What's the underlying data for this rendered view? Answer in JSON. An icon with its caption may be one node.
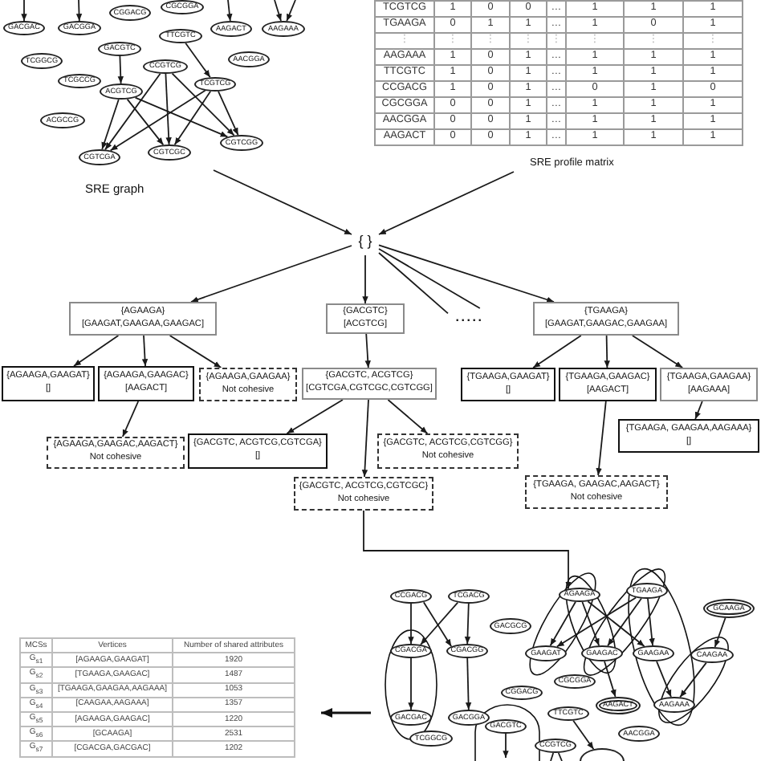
{
  "diagram": {
    "nodes": [
      {
        "text": [
          "CGCGGA"
        ]
      },
      {
        "text": [
          "CGGACG"
        ]
      },
      {
        "text": [
          "GACGAC"
        ]
      },
      {
        "text": [
          "GACGGA"
        ]
      },
      {
        "text": [
          "AAGACT"
        ]
      },
      {
        "text": [
          "AAGAAA"
        ]
      },
      {
        "text": [
          "TTCGTC"
        ]
      },
      {
        "text": [
          "GACGTC"
        ]
      },
      {
        "text": [
          "AACGGA"
        ]
      },
      {
        "text": [
          "TCGGCG"
        ]
      },
      {
        "text": [
          "CCGTCG"
        ]
      },
      {
        "text": [
          "TCGCCG"
        ]
      },
      {
        "text": [
          "TCGTCG"
        ]
      },
      {
        "text": [
          "ACGTCG"
        ]
      },
      {
        "text": [
          "ACGCCG"
        ]
      },
      {
        "text": [
          "CGTCGG"
        ]
      },
      {
        "text": [
          "CGTCGC"
        ]
      },
      {
        "text": [
          "CGTCGA"
        ]
      },
      {
        "text": [
          "{ }"
        ]
      },
      {
        "text": [
          "{AGAAGA}",
          "[GAAGAT,GAAGAA,GAAGAC]"
        ]
      },
      {
        "text": [
          "{GACGTC}",
          "[ACGTCG]"
        ]
      },
      {
        "text": [
          "....."
        ]
      },
      {
        "text": [
          "{TGAAGA}",
          "[GAAGAT,GAAGAC,GAAGAA]"
        ]
      },
      {
        "text": [
          "{AGAAGA,GAAGAT}",
          "[]"
        ]
      },
      {
        "text": [
          "{AGAAGA,GAAGAC}",
          "[AAGACT]"
        ]
      },
      {
        "text": [
          "{AGAAGA,GAAGAA}",
          "Not cohesive"
        ]
      },
      {
        "text": [
          "{GACGTC, ACGTCG}",
          "[CGTCGA,CGTCGC,CGTCGG]"
        ]
      },
      {
        "text": [
          "{TGAAGA,GAAGAT}",
          "[]"
        ]
      },
      {
        "text": [
          "{TGAAGA,GAAGAC}",
          "[AAGACT]"
        ]
      },
      {
        "text": [
          "{TGAAGA,GAAGAA}",
          "[AAGAAA]"
        ]
      },
      {
        "text": [
          "{TGAAGA, GAAGAA,AAGAAA}",
          "[]"
        ]
      },
      {
        "text": [
          "{AGAAGA,GAAGAC,AAGACT}",
          "Not cohesive"
        ]
      },
      {
        "text": [
          "{GACGTC, ACGTCG,CGTCGA}",
          "[]"
        ]
      },
      {
        "text": [
          "{GACGTC, ACGTCG,CGTCGG}",
          "Not cohesive"
        ]
      },
      {
        "text": [
          "{TGAAGA, GAAGAC,AAGACT}",
          "Not cohesive"
        ]
      },
      {
        "text": [
          "{GACGTC, ACGTCG,CGTCGC}",
          "Not cohesive"
        ]
      },
      {
        "text": [
          "CCGACG"
        ]
      },
      {
        "text": [
          "TCGACG"
        ]
      },
      {
        "text": [
          "AGAAGA"
        ]
      },
      {
        "text": [
          "TGAAGA"
        ]
      },
      {
        "text": [
          "GCAAGA"
        ]
      },
      {
        "text": [
          "GACGCG"
        ]
      },
      {
        "text": [
          "CGACGA"
        ]
      },
      {
        "text": [
          "CGACGG"
        ]
      },
      {
        "text": [
          "GAAGAT"
        ]
      },
      {
        "text": [
          "GAAGAC"
        ]
      },
      {
        "text": [
          "GAAGAA"
        ]
      },
      {
        "text": [
          "CAAGAA"
        ]
      },
      {
        "text": [
          "CGCGGA"
        ]
      },
      {
        "text": [
          "CGGACG"
        ]
      },
      {
        "text": [
          "AAGACT"
        ]
      },
      {
        "text": [
          "AAGAAA"
        ]
      },
      {
        "text": [
          "TTCGTC"
        ]
      },
      {
        "text": [
          "GACGAC"
        ]
      },
      {
        "text": [
          "GACGGA"
        ]
      },
      {
        "text": [
          "GACGTC"
        ]
      },
      {
        "text": [
          "AACGGA"
        ]
      },
      {
        "text": [
          "TCGGCG"
        ]
      },
      {
        "text": [
          "CCGTCG"
        ]
      },
      {
        "text": [],
        "shape": "ellipse"
      }
    ],
    "edges": [
      {
        "from": null,
        "to": 2,
        "arrow": "to"
      },
      {
        "from": null,
        "to": 3,
        "arrow": "to"
      },
      {
        "from": null,
        "to": 4,
        "arrow": "to"
      },
      {
        "from": null,
        "to": 5,
        "arrow": "to"
      },
      {
        "from": null,
        "to": 5,
        "arrow": "to"
      },
      {
        "from": 7,
        "to": 13,
        "arrow": "to"
      },
      {
        "from": 6,
        "to": 12,
        "arrow": "to"
      },
      {
        "from": 10,
        "to": 17,
        "arrow": "to"
      },
      {
        "from": 10,
        "to": 16,
        "arrow": "to"
      },
      {
        "from": 10,
        "to": 15,
        "arrow": "to"
      },
      {
        "from": 12,
        "to": 17,
        "arrow": "to"
      },
      {
        "from": 12,
        "to": 16,
        "arrow": "to"
      },
      {
        "from": 12,
        "to": 15,
        "arrow": "to"
      },
      {
        "from": 13,
        "to": 17,
        "arrow": "to"
      },
      {
        "from": 13,
        "to": 16,
        "arrow": "to"
      },
      {
        "from": 13,
        "to": 15,
        "arrow": "to"
      },
      {
        "from": null,
        "to": 18,
        "arrow": "to"
      },
      {
        "from": null,
        "to": 18,
        "arrow": "to"
      },
      {
        "from": 18,
        "to": 19,
        "arrow": "to"
      },
      {
        "from": 18,
        "to": 20,
        "arrow": "to"
      },
      {
        "from": 18,
        "to": 21,
        "arrow": "none"
      },
      {
        "from": 18,
        "to": 21,
        "arrow": "none"
      },
      {
        "from": 18,
        "to": 22,
        "arrow": "to"
      },
      {
        "from": 19,
        "to": 23,
        "arrow": "to"
      },
      {
        "from": 19,
        "to": 24,
        "arrow": "to"
      },
      {
        "from": 19,
        "to": 25,
        "arrow": "to"
      },
      {
        "from": 20,
        "to": 26,
        "arrow": "to"
      },
      {
        "from": 22,
        "to": 27,
        "arrow": "to"
      },
      {
        "from": 22,
        "to": 28,
        "arrow": "to"
      },
      {
        "from": 22,
        "to": 29,
        "arrow": "to"
      },
      {
        "from": 24,
        "to": 31,
        "arrow": "to"
      },
      {
        "from": 26,
        "to": 32,
        "arrow": "to"
      },
      {
        "from": 26,
        "to": 35,
        "arrow": "to"
      },
      {
        "from": 26,
        "to": 33,
        "arrow": "to"
      },
      {
        "from": 28,
        "to": 34,
        "arrow": "to"
      },
      {
        "from": 29,
        "to": 30,
        "arrow": "to"
      },
      {
        "from": 35,
        "to": 38,
        "arrow": "to"
      },
      {
        "from": 36,
        "to": 42,
        "arrow": "to"
      },
      {
        "from": 36,
        "to": 43,
        "arrow": "to"
      },
      {
        "from": 37,
        "to": 42,
        "arrow": "to"
      },
      {
        "from": 37,
        "to": 43,
        "arrow": "to"
      },
      {
        "from": 42,
        "to": 53,
        "arrow": "to"
      },
      {
        "from": 43,
        "to": 54,
        "arrow": "to"
      },
      {
        "from": 38,
        "to": 44,
        "arrow": "to"
      },
      {
        "from": 38,
        "to": 45,
        "arrow": "to"
      },
      {
        "from": 38,
        "to": 46,
        "arrow": "to"
      },
      {
        "from": 39,
        "to": 44,
        "arrow": "to"
      },
      {
        "from": 39,
        "to": 45,
        "arrow": "to"
      },
      {
        "from": 39,
        "to": 46,
        "arrow": "to"
      },
      {
        "from": 40,
        "to": 47,
        "arrow": "to"
      },
      {
        "from": 45,
        "to": 50,
        "arrow": "to"
      },
      {
        "from": 46,
        "to": 51,
        "arrow": "to"
      },
      {
        "from": 47,
        "to": 51,
        "arrow": "to"
      },
      {
        "from": 52,
        "to": 59,
        "arrow": "to"
      },
      {
        "from": 55,
        "to": null,
        "arrow": "to"
      },
      {
        "from": 58,
        "to": null,
        "arrow": "none"
      },
      {
        "from": 58,
        "to": null,
        "arrow": "none"
      }
    ],
    "labels": [
      "TCGTCG",
      "1",
      "0",
      "0",
      "…",
      "1",
      "1",
      "1",
      "TGAAGA",
      "0",
      "1",
      "1",
      "…",
      "1",
      "0",
      "1",
      "⋮",
      "⋮",
      "⋮",
      "⋮",
      "⋮",
      "⋮",
      "⋮",
      "⋮",
      "AAGAAA",
      "1",
      "0",
      "1",
      "…",
      "1",
      "1",
      "1",
      "TTCGTC",
      "1",
      "0",
      "1",
      "…",
      "1",
      "1",
      "1",
      "CCGACG",
      "1",
      "0",
      "1",
      "…",
      "0",
      "1",
      "0",
      "CGCGGA",
      "0",
      "0",
      "1",
      "…",
      "1",
      "1",
      "1",
      "AACGGA",
      "0",
      "0",
      "1",
      "…",
      "1",
      "1",
      "1",
      "AAGACT",
      "0",
      "0",
      "1",
      "…",
      "1",
      "1",
      "1",
      "SRE graph",
      "SRE profile matrix",
      "MCSs",
      "Vertices",
      "Number of shared attributes",
      "G$_{s1}$",
      "[AGAAGA,GAAGAT]",
      "1920",
      "G$_{s2}$",
      "[TGAAGA,GAAGAC]",
      "1487",
      "G$_{s3}$",
      "[TGAAGA,GAAGAA,AAGAAA]",
      "1053",
      "G$_{s4}$",
      "[CAAGAA,AAGAAA]",
      "1357",
      "G$_{s5}$",
      "[AGAAGA,GAAGAC]",
      "1220",
      "G$_{s6}$",
      "[GCAAGA]",
      "2531",
      "G$_{s7}$",
      "[CGACGA,GACGAC]",
      "1202"
    ]
  }
}
